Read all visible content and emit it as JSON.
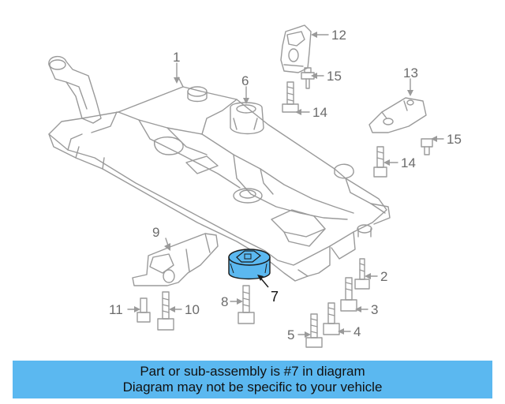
{
  "callouts": {
    "c1": "1",
    "c2": "2",
    "c3": "3",
    "c4": "4",
    "c5": "5",
    "c6": "6",
    "c7": "7",
    "c8": "8",
    "c9": "9",
    "c10": "10",
    "c11": "11",
    "c12": "12",
    "c13": "13",
    "c14a": "14",
    "c14b": "14",
    "c15a": "15",
    "c15b": "15"
  },
  "highlight_color": "#5bb8f0",
  "banner": {
    "line1": "Part or sub-assembly is #7 in diagram",
    "line2": "Diagram may not be specific to your vehicle"
  }
}
